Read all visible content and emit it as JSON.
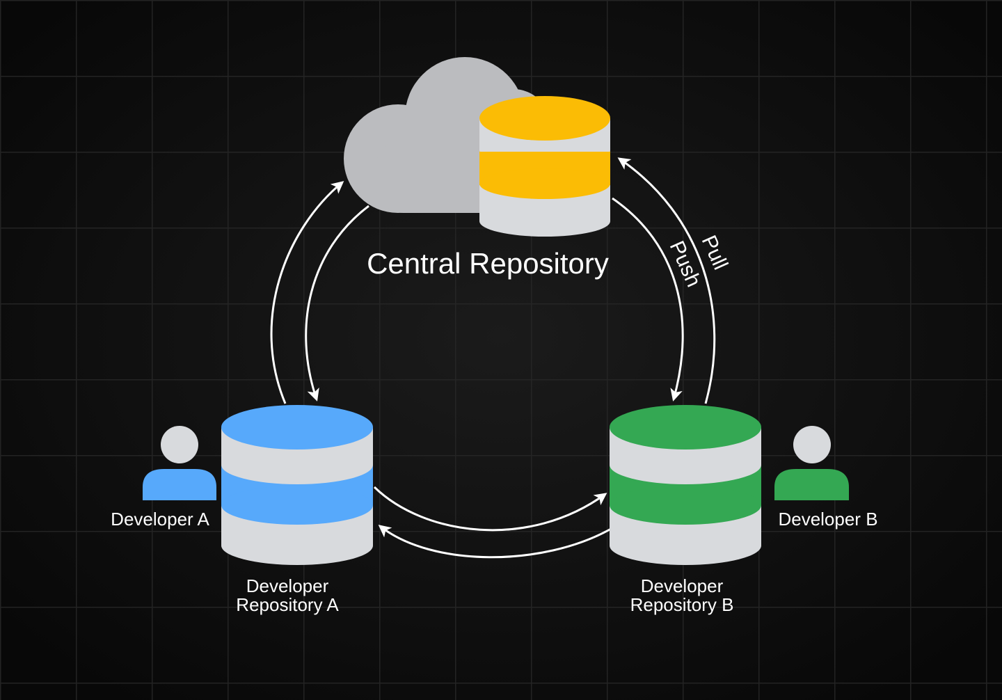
{
  "central": {
    "label": "Central Repository"
  },
  "developer_a": {
    "person_label": "Developer A",
    "repo_label_line1": "Developer",
    "repo_label_line2": "Repository A"
  },
  "developer_b": {
    "person_label": "Developer B",
    "repo_label_line1": "Developer",
    "repo_label_line2": "Repository B"
  },
  "arrows": {
    "pull_label": "Pull",
    "push_label": "Push"
  },
  "icons": {
    "central_cloud": "cloud-icon",
    "central_db": "database-icon",
    "repo_a_db": "database-icon",
    "repo_b_db": "database-icon",
    "person_a": "person-icon",
    "person_b": "person-icon"
  },
  "colors": {
    "background": "#0b0b0b",
    "cloud": "#bbbcbf",
    "db_body": "#d8dadd",
    "central_accent": "#fbbc05",
    "repo_a_accent": "#57a9fb",
    "repo_b_accent": "#34a853",
    "person_head": "#d8dadd",
    "arrow": "#ffffff"
  }
}
